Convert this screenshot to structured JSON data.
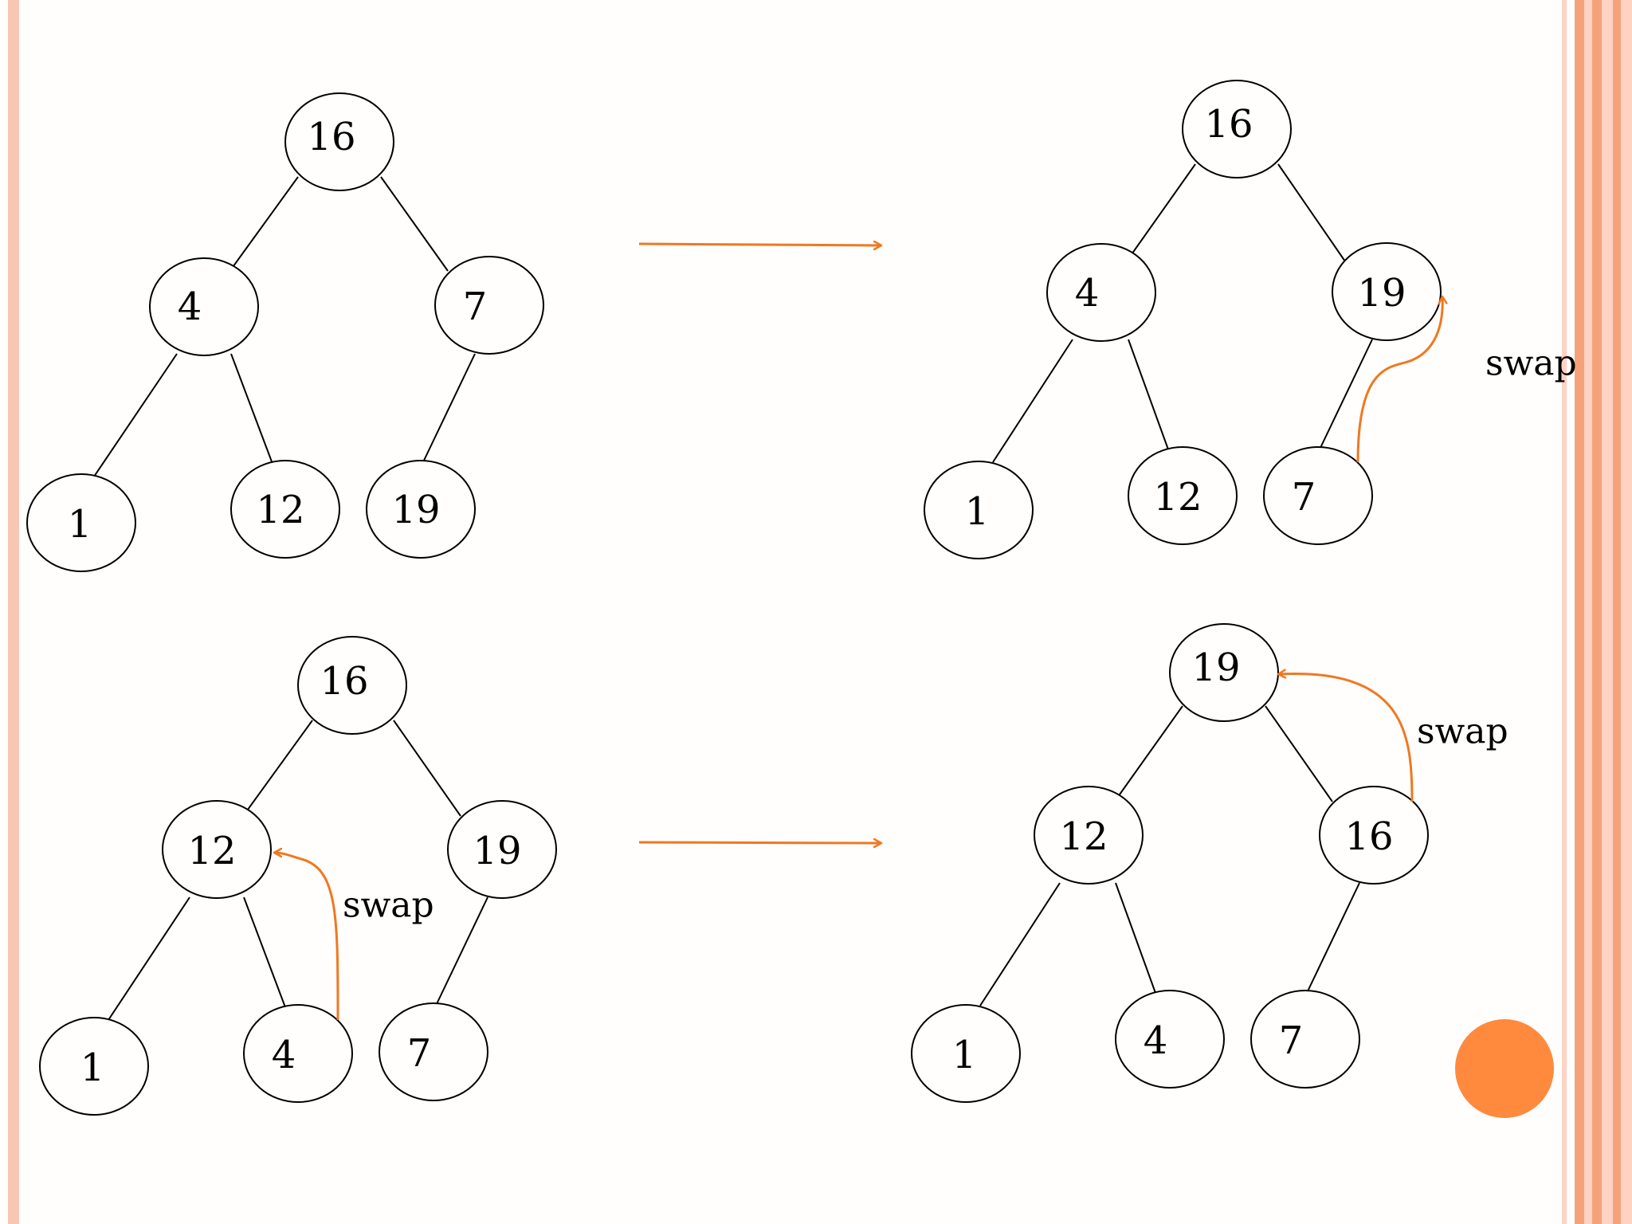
{
  "colors": {
    "accent": "#f07820",
    "orange_dot": "#ff8a3d",
    "border_left": "#f8c7b4",
    "border_right_light": "#ffd2c2",
    "border_right_dark": "#f5a27b",
    "node_stroke": "#000000"
  },
  "trees": [
    {
      "nodes": [
        "16",
        "4",
        "7",
        "1",
        "12",
        "19"
      ],
      "swap_label": ""
    },
    {
      "nodes": [
        "16",
        "4",
        "19",
        "1",
        "12",
        "7"
      ],
      "swap_label": "swap"
    },
    {
      "nodes": [
        "16",
        "12",
        "19",
        "1",
        "4",
        "7"
      ],
      "swap_label": "swap"
    },
    {
      "nodes": [
        "19",
        "12",
        "16",
        "1",
        "4",
        "7"
      ],
      "swap_label": "swap"
    }
  ],
  "transition_arrows": 2,
  "decorations": {
    "dot_icon": "filled-circle"
  }
}
